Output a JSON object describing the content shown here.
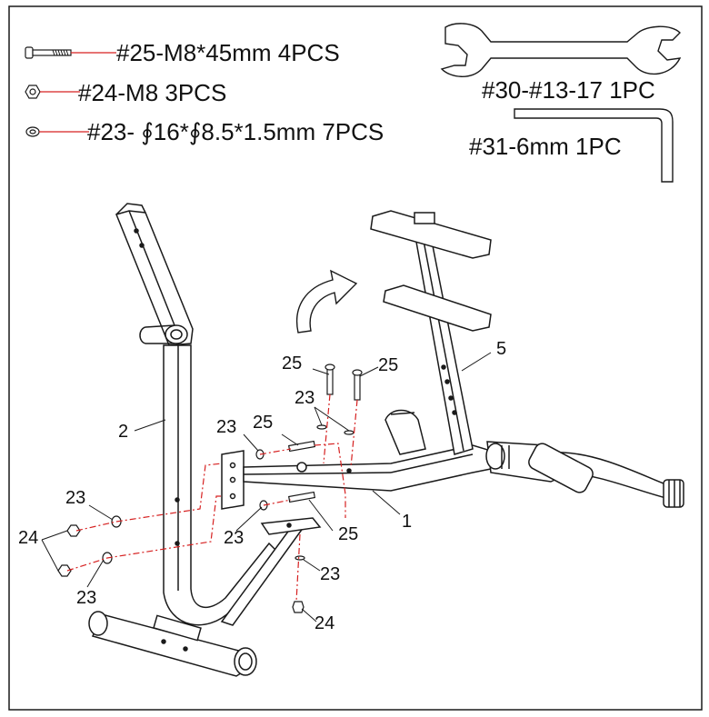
{
  "hardware_list": {
    "bolt": "#25-M8*45mm 4PCS",
    "nut": "#24-M8  3PCS",
    "washer": "#23- ∮16*∮8.5*1.5mm  7PCS",
    "wrench": "#30-#13-17 1PC",
    "allen_key": "#31-6mm 1PC"
  },
  "callouts": {
    "bolt_top_left": "25",
    "bolt_top_right": "25",
    "washer_top": "23",
    "washer_plate_upper": "23",
    "bolt_plate_upper": "25",
    "part_5": "5",
    "part_2": "2",
    "washer_left_upper": "23",
    "nut_left": "24",
    "washer_left_lower": "23",
    "washer_plate_lower": "23",
    "bolt_plate_lower": "25",
    "part_1": "1",
    "washer_bottom": "23",
    "nut_bottom": "24"
  },
  "colors": {
    "line": "#1a1a1a",
    "leader": "#d62020",
    "background": "#ffffff"
  },
  "icons": [
    "bolt-icon",
    "nut-icon",
    "washer-icon",
    "wrench-icon",
    "allen-key-icon",
    "rotate-arrow-icon"
  ]
}
